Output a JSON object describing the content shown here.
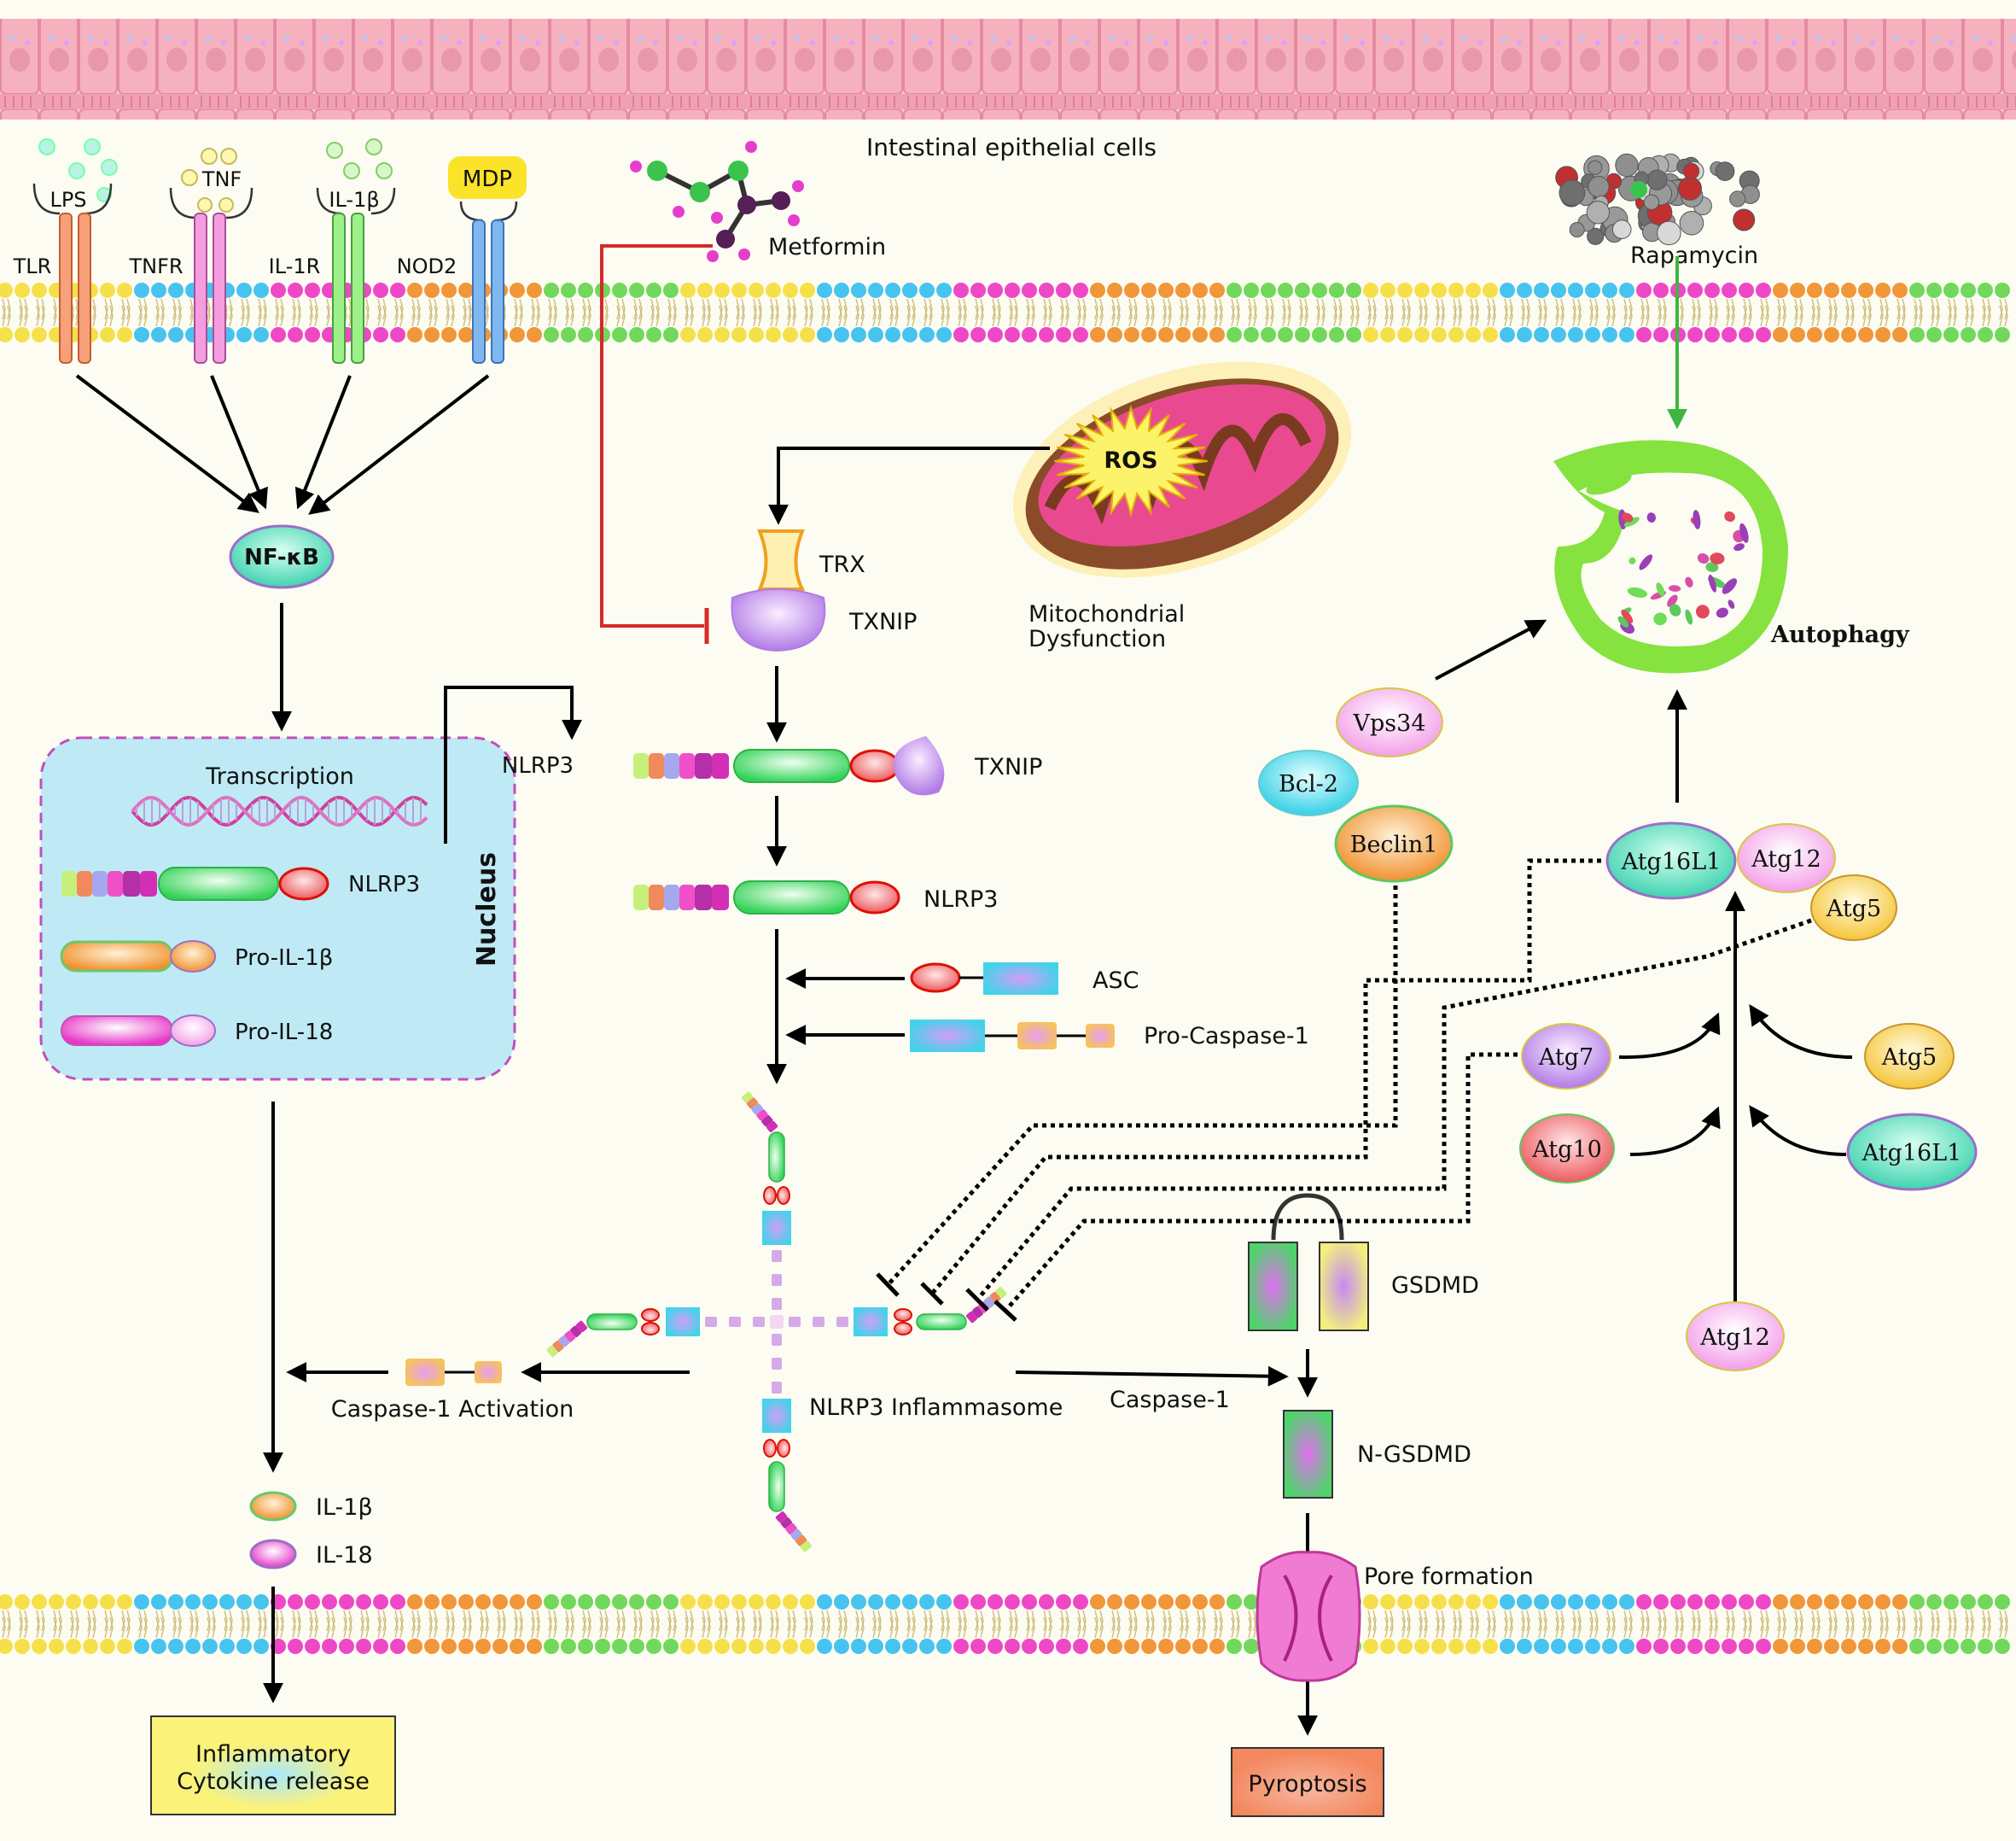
{
  "labels": {
    "epithelial": "Intestinal epithelial cells",
    "metformin": "Metformin",
    "rapamycin": "Rapamycin",
    "lps": "LPS",
    "tnf": "TNF",
    "il1b_ligand": "IL-1β",
    "mdp": "MDP",
    "tlr": "TLR",
    "tnfr": "TNFR",
    "il1r": "IL-1R",
    "nod2": "NOD2",
    "nfkb": "NF-κB",
    "ros": "ROS",
    "mito": "Mitochondrial",
    "mito2": "Dysfunction",
    "trx": "TRX",
    "txnip": "TXNIP",
    "txnip2": "TXNIP",
    "nlrp3_in": "NLRP3",
    "nlrp3_mid": "NLRP3",
    "nlrp3_nuc": "NLRP3",
    "transcription": "Transcription",
    "nucleus": "Nucleus",
    "pro_il1b": "Pro-IL-1β",
    "pro_il18": "Pro-IL-18",
    "asc": "ASC",
    "pro_casp1": "Pro-Caspase-1",
    "inflammasome": "NLRP3 Inflammasome",
    "casp1_act": "Caspase-1 Activation",
    "casp1": "Caspase-1",
    "il1b": "IL-1β",
    "il18": "IL-18",
    "cytokine1": "Inflammatory",
    "cytokine2": "Cytokine release",
    "gsdmd": "GSDMD",
    "ngsdmd": "N-GSDMD",
    "pore": "Pore formation",
    "pyroptosis": "Pyroptosis",
    "autophagy": "Autophagy",
    "vps34": "Vps34",
    "bcl2": "Bcl-2",
    "beclin1": "Beclin1",
    "atg16l1_top": "Atg16L1",
    "atg12_top": "Atg12",
    "atg5_top": "Atg5",
    "atg7": "Atg7",
    "atg5_right": "Atg5",
    "atg10": "Atg10",
    "atg16l1_right": "Atg16L1",
    "atg12_bottom": "Atg12"
  },
  "colors": {
    "background": "#fdfcf3",
    "cells": "#f6b7c4",
    "nucleus_box": "#bfeaf5",
    "nucleus_border": "#c24fb8",
    "inhibit": "#d42a2a",
    "activate_green": "#3fb63f",
    "cytokine_box": "#fbf27a",
    "pyroptosis_box": "#f39a74",
    "autophagosome": "#86e23f"
  }
}
